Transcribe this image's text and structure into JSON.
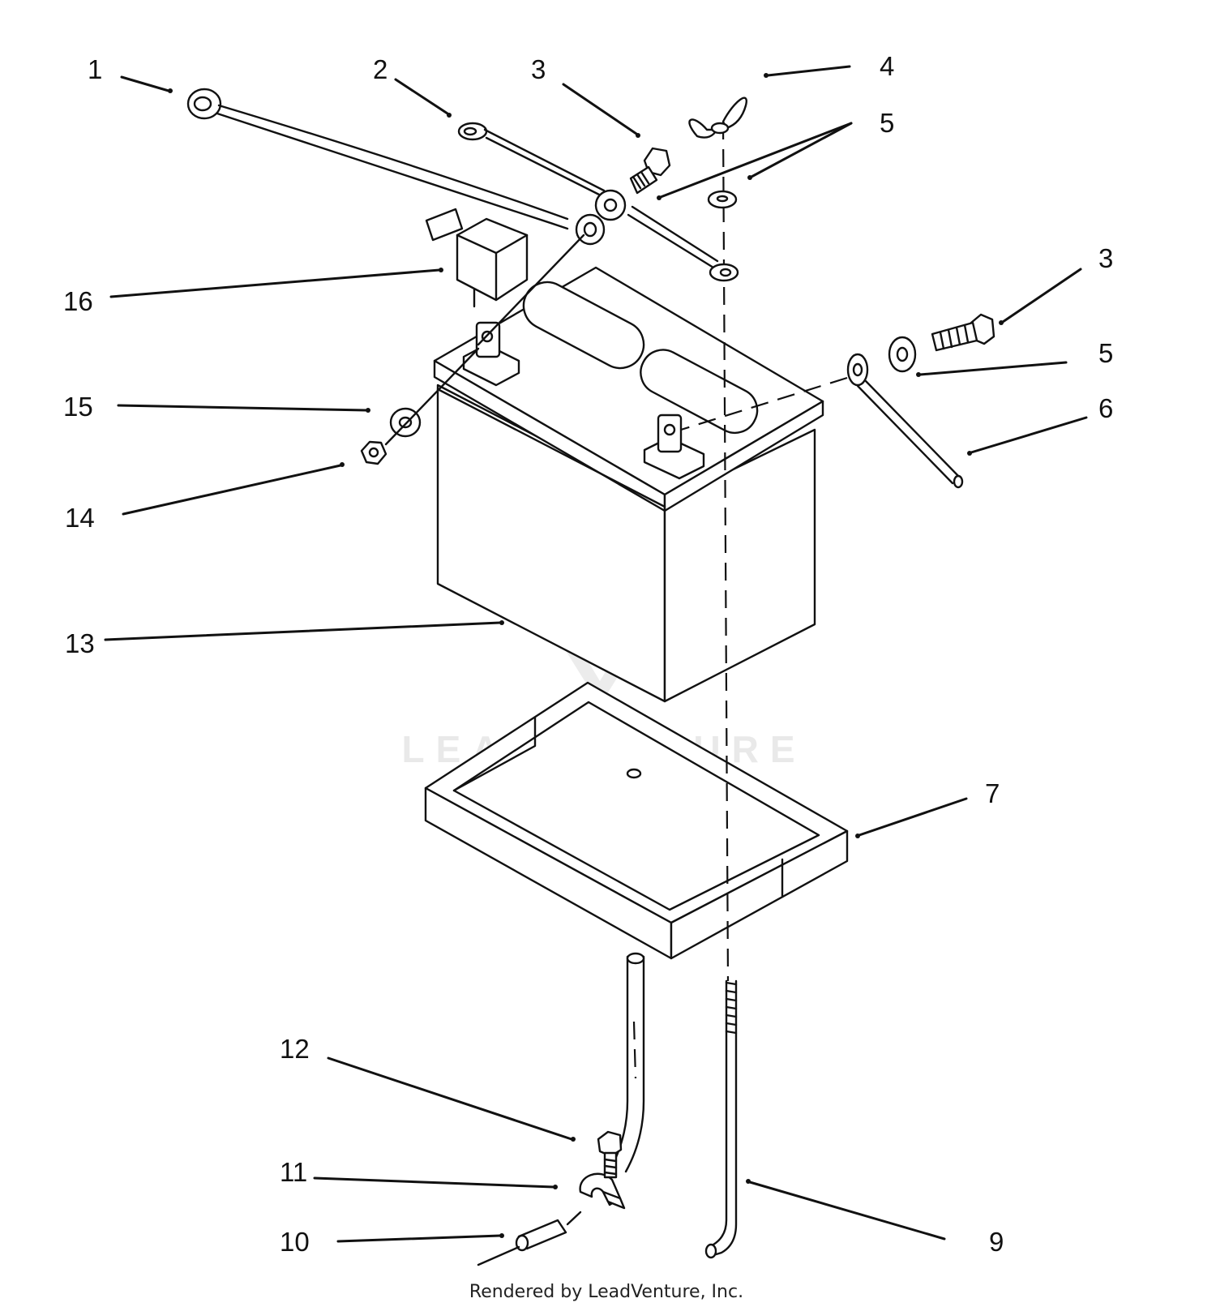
{
  "diagram": {
    "callouts": [
      "1",
      "2",
      "3",
      "4",
      "5",
      "3",
      "5",
      "6",
      "16",
      "15",
      "14",
      "13",
      "7",
      "12",
      "11",
      "10",
      "9"
    ],
    "watermark": "LEADVENTURE",
    "footer": "Rendered by LeadVenture, Inc."
  }
}
